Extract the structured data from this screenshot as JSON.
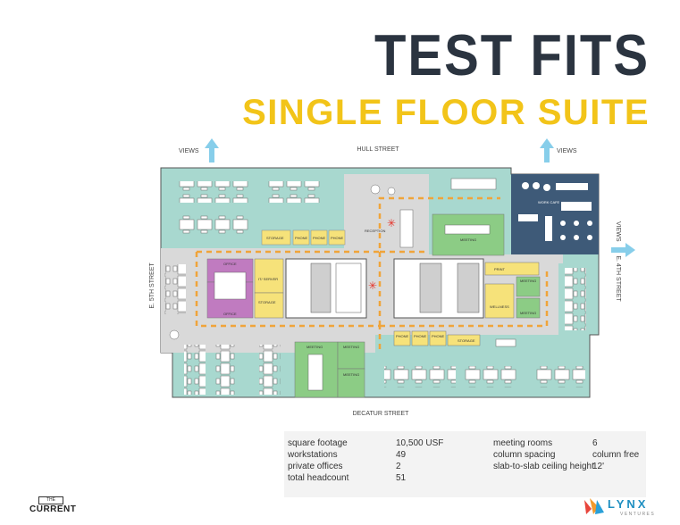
{
  "title": "TEST FITS",
  "subtitle": "SINGLE FLOOR SUITE",
  "streets": {
    "north": "HULL STREET",
    "south": "DECATUR STREET",
    "west": "E. 5TH STREET",
    "east": "E. 4TH STREET"
  },
  "views_label": "VIEWS",
  "rooms": {
    "storage": "STORAGE",
    "phone": "PHONE",
    "reception": "RECEPTION",
    "meeting": "MEETING",
    "work_cafe": "WORK CAFE",
    "office": "OFFICE",
    "it_server": "IT/ SERVER",
    "print": "PRINT",
    "wellness": "WELLNESS"
  },
  "stats": [
    {
      "label": "square footage",
      "value": "10,500 USF"
    },
    {
      "label": "workstations",
      "value": "49"
    },
    {
      "label": "private offices",
      "value": "2"
    },
    {
      "label": "total headcount",
      "value": "51"
    },
    {
      "label": "meeting rooms",
      "value": "6"
    },
    {
      "label": "column spacing",
      "value": "column free"
    },
    {
      "label": "slab-to-slab ceiling height",
      "value": "12'"
    }
  ],
  "brands": {
    "current_the": "THE",
    "current": "CURRENT",
    "lynx": "LYNX",
    "lynx_sub": "VENTURES"
  },
  "colors": {
    "teal": "#a8d8cf",
    "corridor": "#d9d9d9",
    "yellow": "#f6e27a",
    "green": "#8ccc85",
    "purple": "#c07bc0",
    "navy": "#3e5a78",
    "arrow": "#87ceea",
    "path": "#f0a43a",
    "title": "#2b3440",
    "subtitle": "#f2c419"
  }
}
